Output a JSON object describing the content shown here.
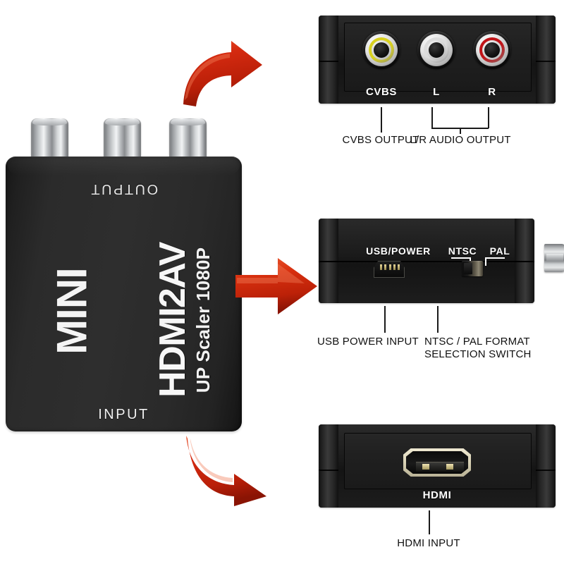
{
  "product": {
    "brand_mini": "MINI",
    "model": "HDMI2AV",
    "subtitle": "UP Scaler 1080P",
    "top_side_label": "OUTPUT",
    "bottom_side_label": "INPUT"
  },
  "panels": {
    "output_panel": {
      "ports": [
        {
          "name": "cvbs",
          "label": "CVBS",
          "color": "#d9d11f"
        },
        {
          "name": "audio-left",
          "label": "L",
          "color": "#dcdcdc"
        },
        {
          "name": "audio-right",
          "label": "R",
          "color": "#c01418"
        }
      ],
      "callouts": [
        {
          "name": "cvbs-output",
          "text": "CVBS OUTPUT"
        },
        {
          "name": "lr-audio-output",
          "text": "L/R AUDIO OUTPUT"
        }
      ]
    },
    "power_panel": {
      "labels": [
        {
          "name": "usb-power",
          "text": "USB/POWER"
        },
        {
          "name": "ntsc",
          "text": "NTSC"
        },
        {
          "name": "pal",
          "text": "PAL"
        }
      ],
      "callouts": [
        {
          "name": "usb-power-input",
          "text": "USB POWER INPUT"
        },
        {
          "name": "format-switch-line1",
          "text": "NTSC / PAL FORMAT"
        },
        {
          "name": "format-switch-line2",
          "text": "SELECTION SWITCH"
        }
      ]
    },
    "input_panel": {
      "port_label": "HDMI",
      "callouts": [
        {
          "name": "hdmi-input",
          "text": "HDMI INPUT"
        }
      ]
    }
  },
  "arrows": [
    {
      "name": "arrow-to-output-panel",
      "style": "curved-up-right"
    },
    {
      "name": "arrow-to-power-panel",
      "style": "straight-right"
    },
    {
      "name": "arrow-to-input-panel",
      "style": "curved-down-right"
    }
  ],
  "colors": {
    "arrow_red": "#d42a10",
    "arrow_red_dark": "#9b1c07",
    "body_black": "#2b2b2b",
    "text_dark": "#111111",
    "panel_black": "#1b1b1b"
  }
}
